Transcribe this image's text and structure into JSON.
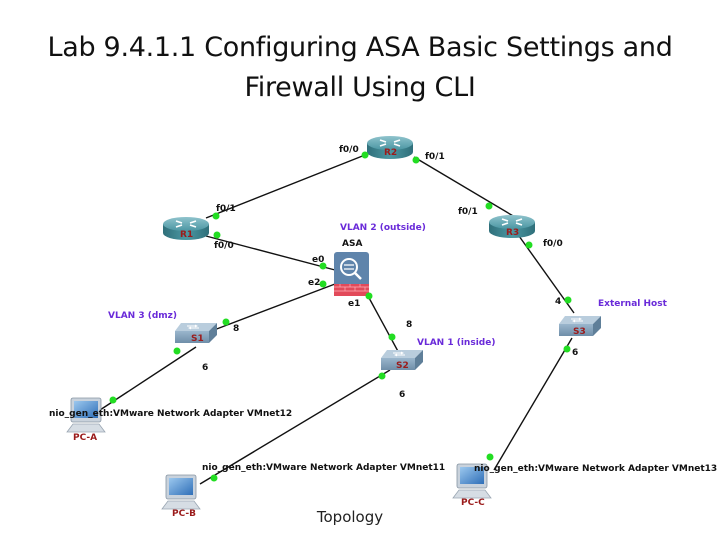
{
  "title_line1": "Lab 9.4.1.1 Configuring ASA Basic Settings and",
  "title_line2": "Firewall Using CLI",
  "caption": "Topology",
  "colors": {
    "link": "#111111",
    "port_up": "#22dd22",
    "vlan_label": "#6a2bd9",
    "device_label": "#9b1b1b",
    "router_body": "#3f8a96",
    "switch_body": "#7d9cb4",
    "asa_body": "#5a7ea8",
    "asa_firewall": "#e04050"
  },
  "devices": {
    "R1": {
      "name": "R1",
      "type": "router-icon"
    },
    "R2": {
      "name": "R2",
      "type": "router-icon"
    },
    "R3": {
      "name": "R3",
      "type": "router-icon"
    },
    "ASA": {
      "name": "ASA",
      "type": "firewall-icon"
    },
    "S1": {
      "name": "S1",
      "type": "switch-icon"
    },
    "S2": {
      "name": "S2",
      "type": "switch-icon"
    },
    "S3": {
      "name": "S3",
      "type": "switch-icon"
    },
    "PCA": {
      "name": "PC-A",
      "type": "pc-icon"
    },
    "PCB": {
      "name": "PC-B",
      "type": "pc-icon"
    },
    "PCC": {
      "name": "PC-C",
      "type": "pc-icon"
    }
  },
  "ports": {
    "r2_f00": "f0/0",
    "r2_f01": "f0/1",
    "r1_f01": "f0/1",
    "r1_f00": "f0/0",
    "r3_f01": "f0/1",
    "r3_f00": "f0/0",
    "asa_e0": "e0",
    "asa_e2": "e2",
    "asa_e1": "e1",
    "s1_8": "8",
    "s1_6": "6",
    "s2_8": "8",
    "s2_6": "6",
    "s3_4": "4",
    "s3_6": "6"
  },
  "zone_labels": {
    "vlan2": "VLAN 2 (outside)",
    "vlan3": "VLAN 3 (dmz)",
    "vlan1": "VLAN 1 (inside)",
    "external": "External Host"
  },
  "nio_labels": {
    "pca": "nio_gen_eth:VMware Network Adapter VMnet12",
    "pcb": "nio_gen_eth:VMware Network Adapter VMnet11",
    "pcc": "nio_gen_eth:VMware Network Adapter VMnet13"
  },
  "links": [
    {
      "from": "R1 f0/1",
      "to": "R2 f0/0"
    },
    {
      "from": "R2 f0/1",
      "to": "R3 f0/1"
    },
    {
      "from": "R1 f0/0",
      "to": "ASA e0"
    },
    {
      "from": "ASA e2",
      "to": "S1 8"
    },
    {
      "from": "ASA e1",
      "to": "S2 8"
    },
    {
      "from": "R3 f0/0",
      "to": "S3 4"
    },
    {
      "from": "S1 6",
      "to": "PC-A"
    },
    {
      "from": "S2 6",
      "to": "PC-B"
    },
    {
      "from": "S3 6",
      "to": "PC-C"
    }
  ]
}
